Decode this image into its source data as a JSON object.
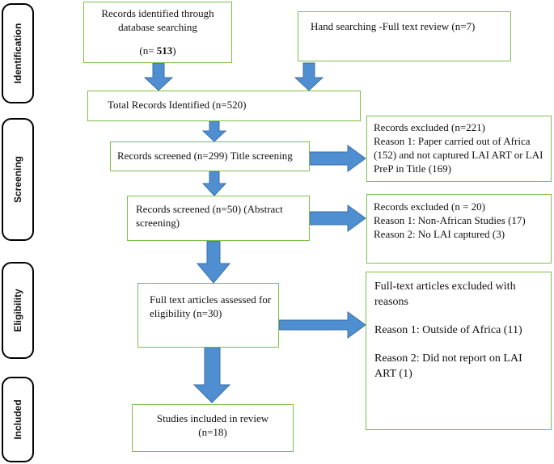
{
  "phases": {
    "identification": "Identification",
    "screening": "Screening",
    "eligibility": "Eligibility",
    "included": "Included"
  },
  "boxes": {
    "database_search": {
      "line1": "Records identified through database searching",
      "prefix": "(n= ",
      "count": "513",
      "suffix": ")"
    },
    "hand_search": "Hand searching -Full text review (n=7)",
    "total_identified": "Total Records Identified (n=520)",
    "title_screening": "Records screened (n=299) Title screening",
    "title_excluded": {
      "line1": "Records excluded (n=221)",
      "line2": "Reason 1: Paper carried out of Africa (152) and not captured LAI ART or LAI PreP in Title (169)"
    },
    "abstract_screening": "Records screened (n=50) (Abstract screening)",
    "abstract_excluded": {
      "line1": "Records excluded (n = 20)",
      "line2": "Reason 1: Non-African Studies (17)",
      "line3": "Reason 2: No LAI captured (3)"
    },
    "full_text": "Full text articles assessed for eligibility (n=30)",
    "full_text_excluded": {
      "heading": "Full-text articles excluded with reasons",
      "reason1": "Reason 1: Outside of Africa (11)",
      "reason2": "Reason 2: Did not report on LAI ART (1)"
    },
    "included": "Studies included in review (n=18)"
  },
  "colors": {
    "box_border": "#7cbf4c",
    "arrow_fill": "#4f8fd1",
    "arrow_stroke": "#3a6fa8",
    "phase_border": "#000000"
  }
}
